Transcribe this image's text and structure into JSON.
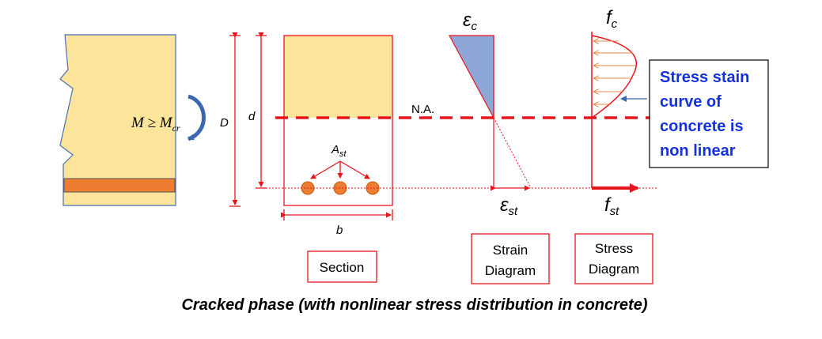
{
  "beam": {
    "moment_prefix": "M ≥ M",
    "moment_subscript": "cr"
  },
  "section": {
    "label_D": "D",
    "label_d": "d",
    "label_b": "b",
    "label_Ast_main": "A",
    "label_Ast_sub": "st",
    "box_label": "Section"
  },
  "neutral_axis": {
    "label": "N.A."
  },
  "strain": {
    "eps_c_main": "ε",
    "eps_c_sub": "c",
    "eps_st_main": "ε",
    "eps_st_sub": "st",
    "box_line1": "Strain",
    "box_line2": "Diagram"
  },
  "stress": {
    "fc_main": "f",
    "fc_sub": "c",
    "fst_main": "f",
    "fst_sub": "st",
    "box_line1": "Stress",
    "box_line2": "Diagram"
  },
  "callout": {
    "line1": "Stress stain",
    "line2": "curve of",
    "line3": "concrete is",
    "line4": "non linear"
  },
  "caption": "Cracked phase (with nonlinear stress distribution in concrete)",
  "colors": {
    "red": "#e8141c",
    "beam_fill": "#fde49b",
    "rebar_fill": "#ed7d31",
    "strain_fill": "#8fa6d9",
    "callout_text": "#1530e0",
    "moment_arrow": "#3b66b0"
  }
}
